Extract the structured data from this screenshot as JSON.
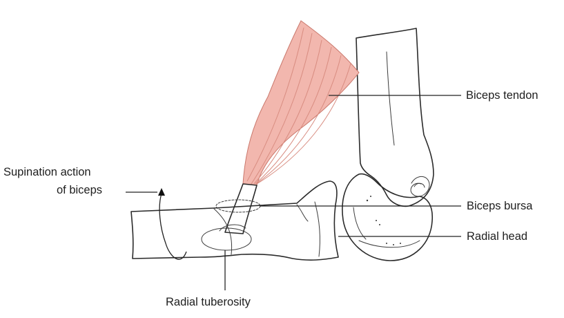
{
  "labels": {
    "supination_line1": "Supination action",
    "supination_line2": "of biceps",
    "biceps_tendon": "Biceps tendon",
    "biceps_bursa": "Biceps bursa",
    "radial_head": "Radial head",
    "radial_tuberosity": "Radial tuberosity"
  },
  "colors": {
    "muscle_fill": "#f2b7ae",
    "muscle_stroke": "#c9776b",
    "bone_fill": "#ffffff",
    "ink": "#2a2a2a"
  }
}
